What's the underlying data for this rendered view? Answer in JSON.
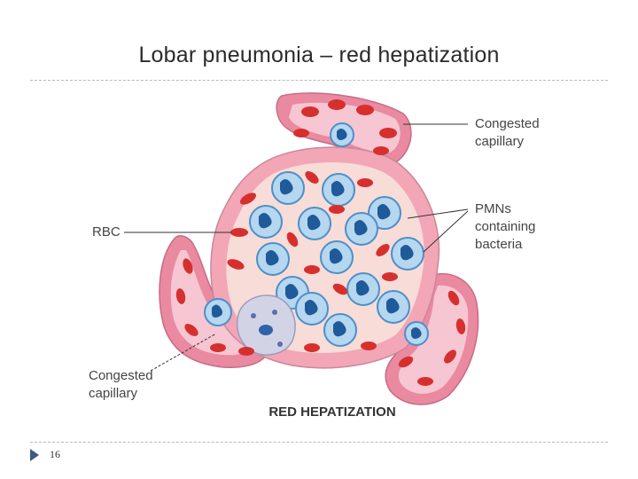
{
  "slide": {
    "title": "Lobar pneumonia – red hepatization",
    "page_number": "16"
  },
  "figure": {
    "caption": "RED HEPATIZATION",
    "labels": {
      "congested_capillary_top_line1": "Congested",
      "congested_capillary_top_line2": "capillary",
      "pmns_line1": "PMNs",
      "pmns_line2": "containing",
      "pmns_line3": "bacteria",
      "rbc": "RBC",
      "congested_capillary_bottom_line1": "Congested",
      "congested_capillary_bottom_line2": "capillary"
    }
  },
  "colors": {
    "rbc_red": "#d6302e",
    "pmn_blue": "#4e8fc8",
    "alveolar_wall_pink": "#f2a6b6",
    "capillary_pink": "#e98aa1",
    "alveolar_space": "#f7d9d6",
    "nucleus_blue": "#1f5a9a"
  }
}
